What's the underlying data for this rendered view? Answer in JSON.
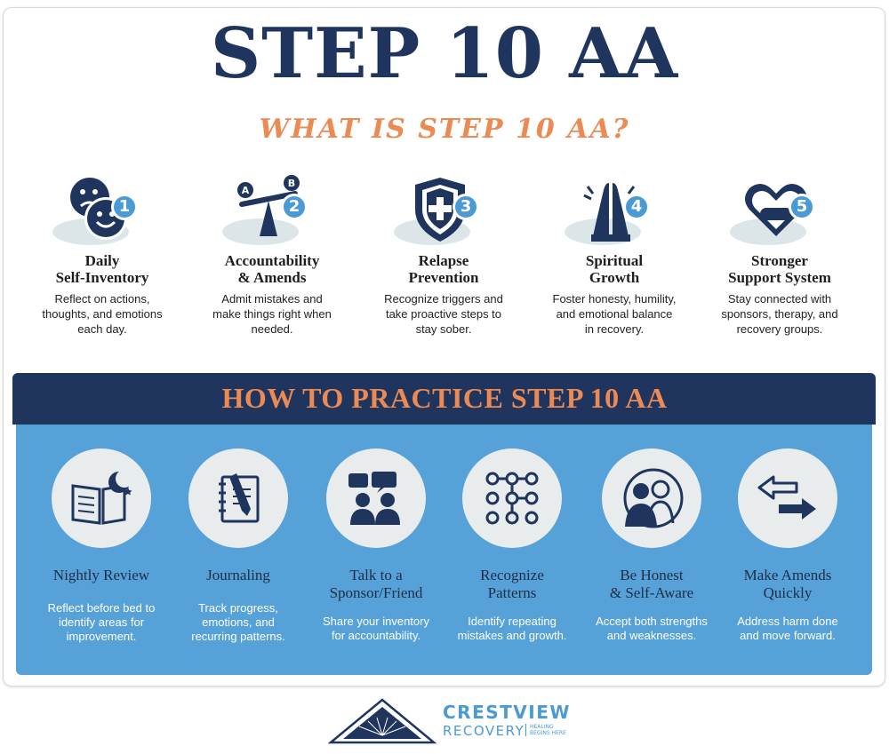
{
  "title": "STEP 10 AA",
  "subtitle": "WHAT IS STEP 10 AA?",
  "top_items": [
    {
      "num": "1",
      "head_l1": "Daily",
      "head_l2": "Self-Inventory",
      "desc_l1": "Reflect on actions,",
      "desc_l2": "thoughts, and emotions",
      "desc_l3": "each day.",
      "icon": "faces-icon"
    },
    {
      "num": "2",
      "head_l1": "Accountability",
      "head_l2": "& Amends",
      "desc_l1": "Admit mistakes and",
      "desc_l2": "make things right when",
      "desc_l3": "needed.",
      "icon": "seesaw-icon"
    },
    {
      "num": "3",
      "head_l1": "Relapse",
      "head_l2": "Prevention",
      "desc_l1": "Recognize triggers and",
      "desc_l2": "take proactive steps to",
      "desc_l3": "stay sober.",
      "icon": "shield-plus-icon"
    },
    {
      "num": "4",
      "head_l1": "Spiritual",
      "head_l2": "Growth",
      "desc_l1": "Foster honesty, humility,",
      "desc_l2": "and emotional balance",
      "desc_l3": "in recovery.",
      "icon": "praying-hands-icon"
    },
    {
      "num": "5",
      "head_l1": "Stronger",
      "head_l2": "Support System",
      "desc_l1": "Stay connected with",
      "desc_l2": "sponsors, therapy, and",
      "desc_l3": "recovery groups.",
      "icon": "handshake-heart-icon"
    }
  ],
  "section_title": "HOW TO PRACTICE STEP 10 AA",
  "practice_items": [
    {
      "head_l1": "Nightly Review",
      "head_l2": "",
      "desc_l1": "Reflect before bed to",
      "desc_l2": "identify areas for",
      "desc_l3": "improvement.",
      "icon": "book-moon-icon"
    },
    {
      "head_l1": "Journaling",
      "head_l2": "",
      "desc_l1": "Track progress,",
      "desc_l2": "emotions, and",
      "desc_l3": "recurring patterns.",
      "icon": "journal-pen-icon"
    },
    {
      "head_l1": "Talk to a",
      "head_l2": "Sponsor/Friend",
      "desc_l1": "Share your inventory",
      "desc_l2": "for accountability.",
      "desc_l3": "",
      "icon": "chat-people-icon"
    },
    {
      "head_l1": "Recognize",
      "head_l2": "Patterns",
      "desc_l1": "Identify repeating",
      "desc_l2": "mistakes and growth.",
      "desc_l3": "",
      "icon": "pattern-grid-icon"
    },
    {
      "head_l1": "Be Honest",
      "head_l2": "& Self-Aware",
      "desc_l1": "Accept both strengths",
      "desc_l2": "and weaknesses.",
      "desc_l3": "",
      "icon": "mirror-self-icon"
    },
    {
      "head_l1": "Make Amends",
      "head_l2": "Quickly",
      "desc_l1": "Address harm done",
      "desc_l2": "and move forward.",
      "desc_l3": "",
      "icon": "arrows-exchange-icon"
    }
  ],
  "logo": {
    "name": "CRESTVIEW",
    "sub": "RECOVERY",
    "tag_l1": "HEALING",
    "tag_l2": "BEGINS HERE"
  },
  "colors": {
    "navy": "#1f355e",
    "orange": "#ec8a53",
    "blue": "#4a9ad6",
    "panel_blue": "#56a2d8"
  }
}
